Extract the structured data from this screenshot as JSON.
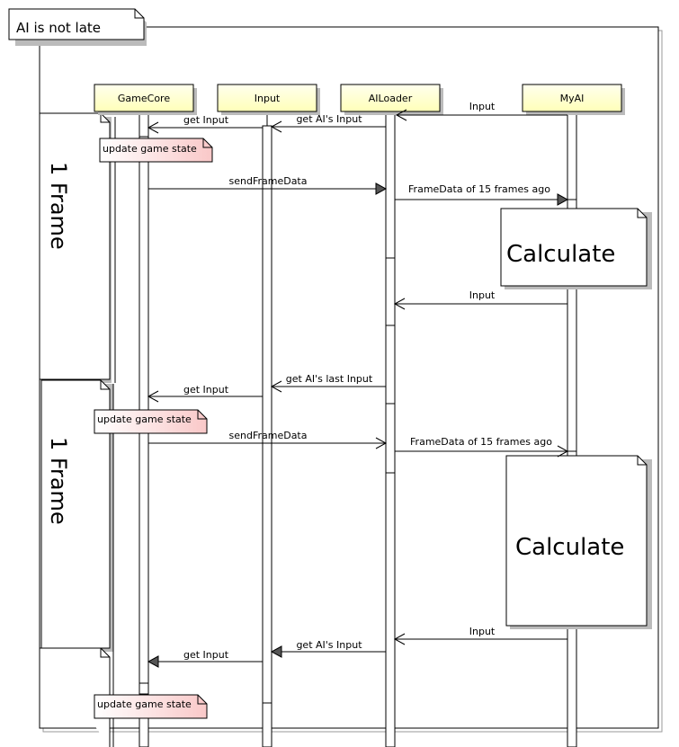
{
  "title": "AI is not late",
  "participants": [
    "GameCore",
    "Input",
    "AILoader",
    "MyAI"
  ],
  "frame_label": "1 Frame",
  "notes": {
    "update": "update game state",
    "calculate": "Calculate"
  },
  "messages": {
    "input": "Input",
    "get_input": "get Input",
    "get_ai_input": "get AI's Input",
    "get_ai_last_input": "get AI's last Input",
    "send_frame_data": "sendFrameData",
    "frame_data_15": "FrameData of 15 frames ago"
  },
  "colors": {
    "participant_fill": "#ffffcc",
    "note_fill": "#fde0e0",
    "line": "#000000"
  }
}
